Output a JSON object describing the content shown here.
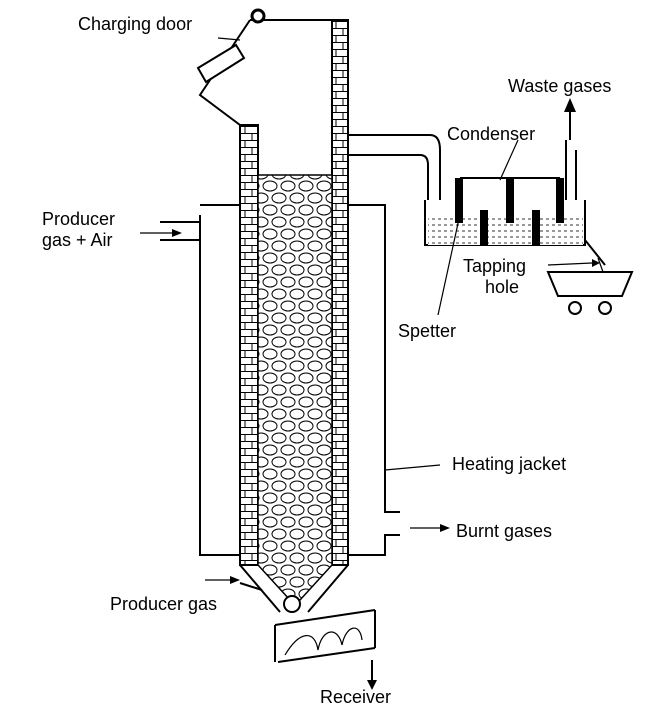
{
  "labels": {
    "charging_door": "Charging door",
    "producer_gas_air_line1": "Producer",
    "producer_gas_air_line2": "gas + Air",
    "waste_gases": "Waste gases",
    "condenser": "Condenser",
    "tapping_hole_line1": "Tapping",
    "tapping_hole_line2": "hole",
    "spetter": "Spetter",
    "heating_jacket": "Heating jacket",
    "burnt_gases": "Burnt gases",
    "producer_gas": "Producer gas",
    "receiver": "Receiver"
  }
}
